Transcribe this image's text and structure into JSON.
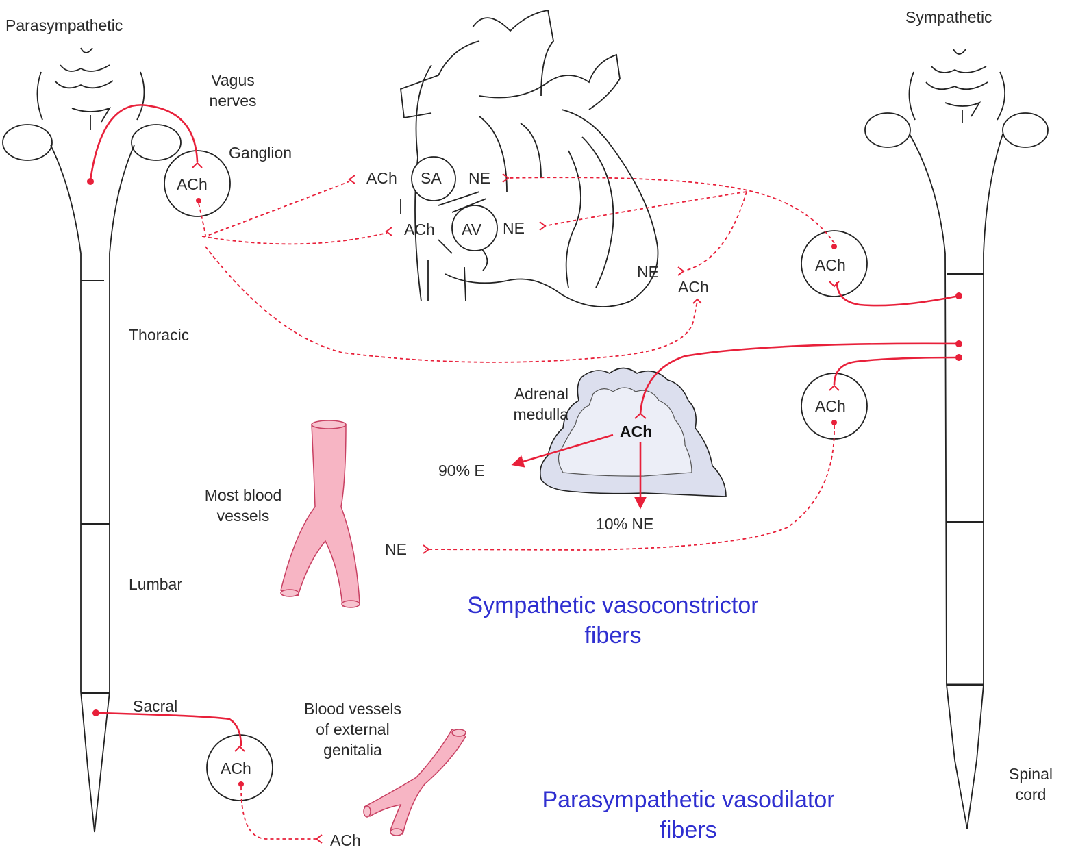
{
  "labels": {
    "parasympathetic": "Parasympathetic",
    "sympathetic": "Sympathetic",
    "vagus_line1": "Vagus",
    "vagus_line2": "nerves",
    "ganglion": "Ganglion",
    "thoracic": "Thoracic",
    "lumbar": "Lumbar",
    "sacral": "Sacral",
    "adrenal_line1": "Adrenal",
    "adrenal_line2": "medulla",
    "most_vessels_line1": "Most blood",
    "most_vessels_line2": "vessels",
    "genitalia_line1": "Blood vessels",
    "genitalia_line2": "of external",
    "genitalia_line3": "genitalia",
    "spinal_line1": "Spinal",
    "spinal_line2": "cord",
    "e_pct": "90% E",
    "ne_pct": "10% NE"
  },
  "transmitters": {
    "ach": "ACh",
    "ne": "NE",
    "sa": "SA",
    "av": "AV"
  },
  "captions": {
    "sympathetic_line1": "Sympathetic vasoconstrictor",
    "sympathetic_line2": "fibers",
    "parasympathetic_line1": "Parasympathetic vasodilator",
    "parasympathetic_line2": "fibers"
  },
  "colors": {
    "nerve": "#e8203a",
    "vessel_fill": "#f7b5c4",
    "vessel_stroke": "#c84062",
    "adrenal_fill": "#dcdfee",
    "caption_blue": "#2f2fd0",
    "outline": "#222222"
  }
}
